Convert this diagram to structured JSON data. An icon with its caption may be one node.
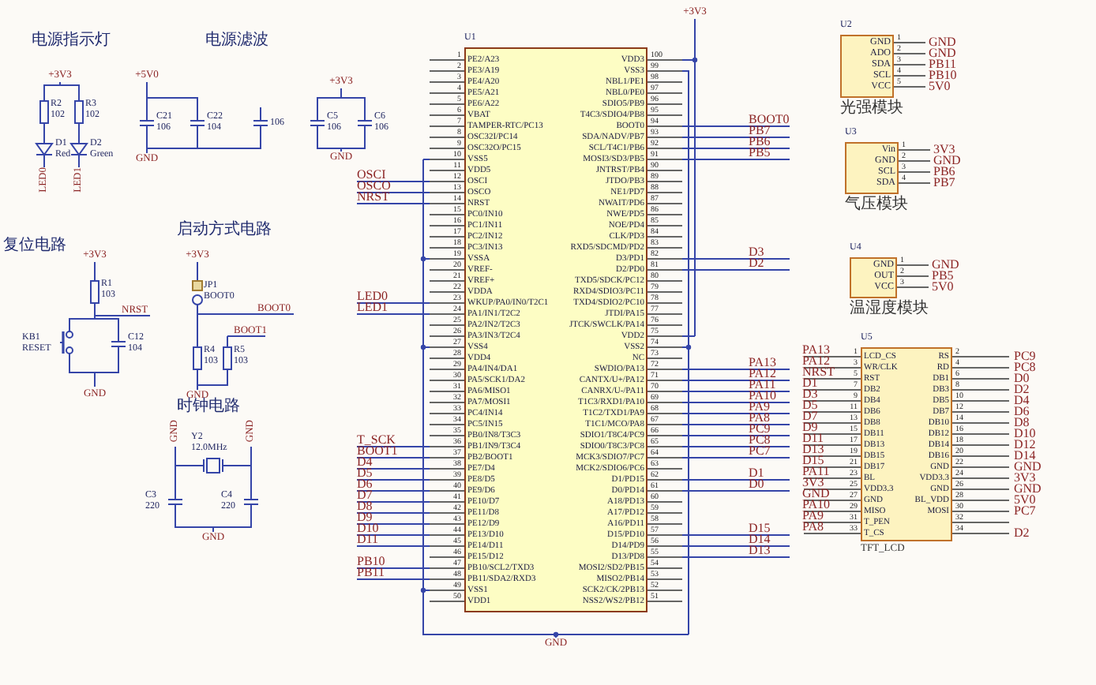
{
  "diagram": {
    "nodes": [
      {
        "text": [
          "R2",
          "102"
        ]
      },
      {
        "text": [
          "R3",
          "102"
        ]
      },
      {
        "text": [
          "D1",
          "Red"
        ]
      },
      {
        "text": [
          "D2",
          "Green"
        ]
      },
      {
        "text": [
          "C21",
          "106"
        ],
        "beside": [
          "+5V0"
        ]
      },
      {
        "text": [
          "C22",
          "104"
        ]
      },
      {
        "text": [
          "106"
        ]
      },
      {
        "text": [
          "C5",
          "106"
        ]
      },
      {
        "text": [
          "C6",
          "106"
        ]
      },
      {
        "text": [
          "R1",
          "103"
        ],
        "beside": [
          "+3V3",
          "NRST"
        ]
      },
      {
        "text": [
          "KB1",
          "RESET"
        ]
      },
      {
        "text": [
          "C12",
          "104"
        ]
      },
      {
        "text": [
          "JP1",
          "BOOT0"
        ],
        "beside": [
          "+3V3",
          "BOOT0"
        ]
      },
      {
        "text": [
          "R4",
          "103"
        ]
      },
      {
        "text": [
          "R5",
          "103"
        ],
        "beside": [
          "BOOT1"
        ]
      },
      {
        "text": [
          "Y2",
          "12.0MHz"
        ],
        "beside": [
          "GND",
          "GND"
        ]
      },
      {
        "text": [
          "C3",
          "220"
        ]
      },
      {
        "text": [
          "C4",
          "220"
        ]
      },
      {
        "text": [
          "U1",
          "PE2/A23",
          "PE3/A19",
          "PE4/A20",
          "PE5/A21",
          "PE6/A22",
          "VBAT",
          "TAMPER-RTC/PC13",
          "OSC32I/PC14",
          "OSC32O/PC15",
          "VSS5",
          "VDD5",
          "OSCI",
          "OSCO",
          "NRST",
          "PC0/IN10",
          "PC1/IN11",
          "PC2/IN12",
          "PC3/IN13",
          "VSSA",
          "VREF-",
          "VREF+",
          "VDDA",
          "WKUP/PA0/IN0/T2C1",
          "PA1/IN1/T2C2",
          "PA2/IN2/T2C3",
          "PA3/IN3/T2C4",
          "VSS4",
          "VDD4",
          "PA4/IN4/DA1",
          "PA5/SCK1/DA2",
          "PA6/MISO1",
          "PA7/MOSI1",
          "PC4/IN14",
          "PC5/IN15",
          "PB0/IN8/T3C3",
          "PB1/IN9/T3C4",
          "PB2/BOOT1",
          "PE7/D4",
          "PE8/D5",
          "PE9/D6",
          "PE10/D7",
          "PE11/D8",
          "PE12/D9",
          "PE13/D10",
          "PE14/D11",
          "PE15/D12",
          "PB10/SCL2/TXD3",
          "PB11/SDA2/RXD3",
          "VSS1",
          "VDD1",
          "VDD3",
          "VSS3",
          "NBL1/PE1",
          "NBL0/PE0",
          "SDIO5/PB9",
          "T4C3/SDIO4/PB8",
          "BOOT0",
          "SDA/NADV/PB7",
          "SCL/T4C1/PB6",
          "MOSI3/SD3/PB5",
          "JNTRST/PB4",
          "JTDO/PB3",
          "NE1/PD7",
          "NWAIT/PD6",
          "NWE/PD5",
          "NOE/PD4",
          "CLK/PD3",
          "RXD5/SDCMD/PD2",
          "D3/PD1",
          "D2/PD0",
          "TXD5/SDCK/PC12",
          "RXD4/SDIO3/PC11",
          "TXD4/SDIO2/PC10",
          "JTDI/PA15",
          "JTCK/SWCLK/PA14",
          "VDD2",
          "VSS2",
          "NC",
          "SWDIO/PA13",
          "CANTX/U+/PA12",
          "CANRX/U-/PA11",
          "T1C3/RXD1/PA10",
          "T1C2/TXD1/PA9",
          "T1C1/MCO/PA8",
          "SDIO1/T8C4/PC9",
          "SDIO0/T8C3/PC8",
          "MCK3/SDIO7/PC7",
          "MCK2/SDIO6/PC6",
          "D1/PD15",
          "D0/PD14",
          "A18/PD13",
          "A17/PD12",
          "A16/PD11",
          "D15/PD10",
          "D14/PD9",
          "D13/PD8",
          "MOSI2/SD2/PB15",
          "MISO2/PB14",
          "SCK2/CK/2PB13",
          "NSS2/WS2/PB12",
          "1",
          "2",
          "3",
          "4",
          "5",
          "6",
          "7",
          "8",
          "9",
          "10",
          "11",
          "12",
          "13",
          "14",
          "15",
          "16",
          "17",
          "18",
          "19",
          "20",
          "21",
          "22",
          "23",
          "24",
          "25",
          "26",
          "27",
          "28",
          "29",
          "30",
          "31",
          "32",
          "33",
          "34",
          "35",
          "36",
          "37",
          "38",
          "39",
          "40",
          "41",
          "42",
          "43",
          "44",
          "45",
          "46",
          "47",
          "48",
          "49",
          "50",
          "100",
          "99",
          "98",
          "97",
          "96",
          "95",
          "94",
          "93",
          "92",
          "91",
          "90",
          "89",
          "88",
          "87",
          "86",
          "85",
          "84",
          "83",
          "82",
          "81",
          "80",
          "79",
          "78",
          "77",
          "76",
          "75",
          "74",
          "73",
          "72",
          "71",
          "70",
          "69",
          "68",
          "67",
          "66",
          "65",
          "64",
          "63",
          "62",
          "61",
          "60",
          "59",
          "58",
          "57",
          "56",
          "55",
          "54",
          "53",
          "52",
          "51"
        ]
      },
      {
        "text": [
          "U2",
          "GND",
          "ADO",
          "SDA",
          "SCL",
          "VCC",
          "1",
          "2",
          "3",
          "4",
          "5",
          "光强模块"
        ]
      },
      {
        "text": [
          "U3",
          "Vin",
          "GND",
          "SCL",
          "SDA",
          "1",
          "2",
          "3",
          "4",
          "气压模块"
        ]
      },
      {
        "text": [
          "U4",
          "GND",
          "OUT",
          "VCC",
          "1",
          "2",
          "3",
          "温湿度模块"
        ]
      },
      {
        "text": [
          "U5",
          "LCD_CS",
          "WR/CLK",
          "RST",
          "DB2",
          "DB4",
          "DB6",
          "DB8",
          "DB11",
          "DB13",
          "DB15",
          "DB17",
          "BL",
          "VDD3.3",
          "GND",
          "MISO",
          "T_PEN",
          "T_CS",
          "RS",
          "RD",
          "DB1",
          "DB3",
          "DB5",
          "DB7",
          "DB10",
          "DB12",
          "DB14",
          "DB16",
          "GND",
          "VDD3.3",
          "GND",
          "BL_VDD",
          "MOSI",
          "1",
          "3",
          "5",
          "7",
          "9",
          "11",
          "13",
          "15",
          "17",
          "19",
          "21",
          "23",
          "25",
          "27",
          "29",
          "31",
          "33",
          "2",
          "4",
          "6",
          "8",
          "10",
          "12",
          "14",
          "16",
          "18",
          "20",
          "22",
          "24",
          "26",
          "28",
          "30",
          "32",
          "34",
          "TFT_LCD"
        ]
      }
    ],
    "edges": [
      {
        "from": 0,
        "to": 2,
        "arrow": "none"
      },
      {
        "from": 1,
        "to": 3,
        "arrow": "none"
      },
      {
        "from": 4,
        "to": 5,
        "arrow": "none"
      },
      {
        "from": 5,
        "to": 6,
        "arrow": "none"
      },
      {
        "from": 7,
        "to": 8,
        "arrow": "none"
      },
      {
        "from": 9,
        "to": 10,
        "arrow": "none"
      },
      {
        "from": 9,
        "to": 11,
        "arrow": "none"
      },
      {
        "from": 10,
        "to": 11,
        "arrow": "none"
      },
      {
        "from": 12,
        "to": 13,
        "arrow": "none"
      },
      {
        "from": 13,
        "to": 14,
        "arrow": "none"
      },
      {
        "from": 16,
        "to": 15,
        "arrow": "none"
      },
      {
        "from": 17,
        "to": 15,
        "arrow": "none"
      },
      {
        "from": 16,
        "to": 17,
        "arrow": "none"
      },
      {
        "from": 0,
        "to": 1,
        "arrow": "none"
      },
      {
        "from": 4,
        "to": 5,
        "arrow": "none"
      },
      {
        "from": 7,
        "to": 8,
        "arrow": "none"
      }
    ],
    "labels": [
      "电源指示灯",
      "电源滤波",
      "+3V3",
      "LED0",
      "LED1",
      "GND",
      "+3V3",
      "GND",
      "OSCI",
      "OSCO",
      "NRST",
      "复位电路",
      "启动方式电路",
      "GND",
      "GND",
      "LED0",
      "LED1",
      "时钟电路",
      "GND",
      "T_SCK",
      "BOOT1",
      "D4",
      "D5",
      "D6",
      "D7",
      "D8",
      "D9",
      "D10",
      "D11",
      "PB10",
      "PB11",
      "+3V3",
      "GND",
      "BOOT0",
      "PB7",
      "PB6",
      "PB5",
      "D3",
      "D2",
      "PA13",
      "PA12",
      "PA11",
      "PA10",
      "PA9",
      "PA8",
      "PC9",
      "PC8",
      "PC7",
      "D1",
      "D0",
      "D15",
      "D14",
      "D13",
      "GND",
      "GND",
      "PB11",
      "PB10",
      "5V0",
      "3V3",
      "GND",
      "PB6",
      "PB7",
      "GND",
      "PB5",
      "5V0",
      "PA13",
      "PA12",
      "NRST",
      "D1",
      "D3",
      "D5",
      "D7",
      "D9",
      "D11",
      "D13",
      "D15",
      "PA11",
      "3V3",
      "GND",
      "PA10",
      "PA9",
      "PA8",
      "PC9",
      "PC8",
      "D0",
      "D2",
      "D4",
      "D6",
      "D8",
      "D10",
      "D12",
      "D14",
      "GND",
      "3V3",
      "GND",
      "5V0",
      "PC7",
      "D2"
    ]
  }
}
